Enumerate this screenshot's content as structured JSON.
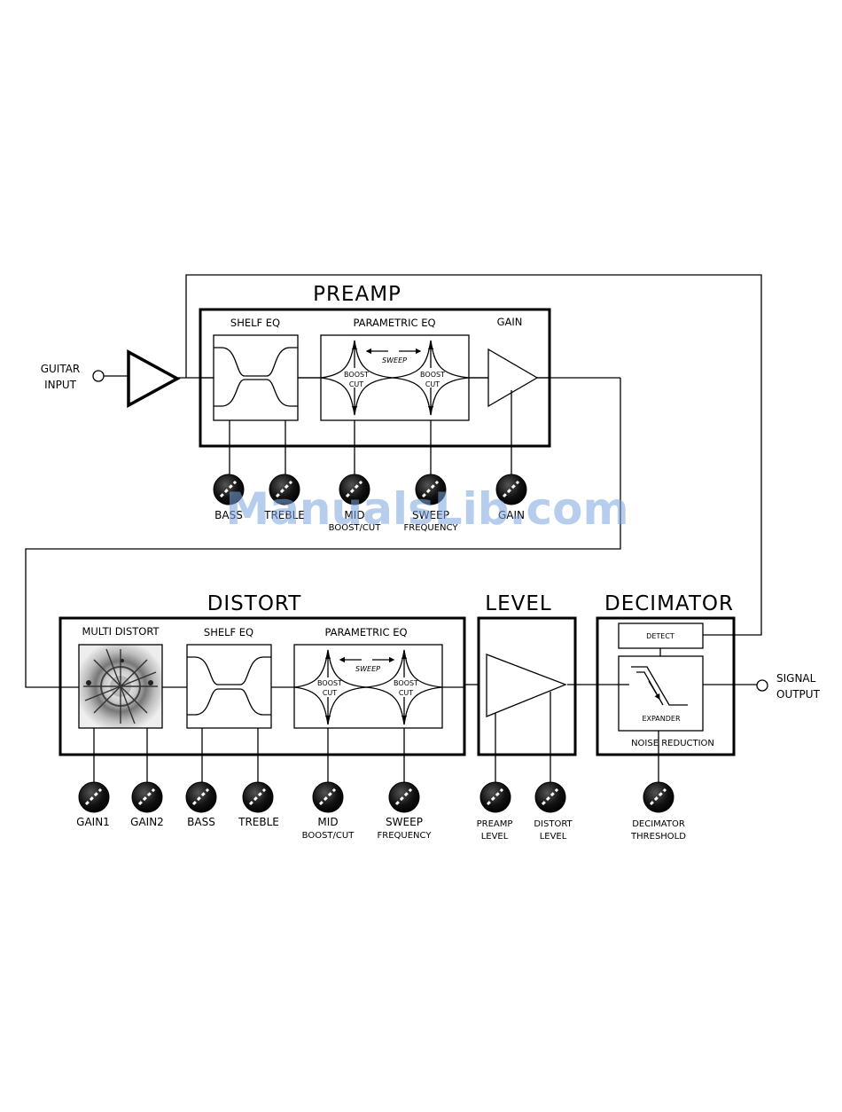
{
  "watermark": "ManualsLib.com",
  "input": {
    "line1": "GUITAR",
    "line2": "INPUT"
  },
  "output": {
    "line1": "SIGNAL",
    "line2": "OUTPUT"
  },
  "preamp": {
    "title": "PREAMP",
    "shelf_eq": "SHELF EQ",
    "parametric_eq": "PARAMETRIC EQ",
    "gain": "GAIN",
    "sweep": "SWEEP",
    "boost": "BOOST",
    "cut": "CUT",
    "knobs": [
      {
        "line1": "BASS",
        "line2": ""
      },
      {
        "line1": "TREBLE",
        "line2": ""
      },
      {
        "line1": "MID",
        "line2": "BOOST/CUT"
      },
      {
        "line1": "SWEEP",
        "line2": "FREQUENCY"
      },
      {
        "line1": "GAIN",
        "line2": ""
      }
    ]
  },
  "distort": {
    "title": "DISTORT",
    "multi_distort": "MULTI DISTORT",
    "shelf_eq": "SHELF EQ",
    "parametric_eq": "PARAMETRIC EQ",
    "sweep": "SWEEP",
    "boost": "BOOST",
    "cut": "CUT",
    "knobs": [
      {
        "line1": "GAIN1",
        "line2": ""
      },
      {
        "line1": "GAIN2",
        "line2": ""
      },
      {
        "line1": "BASS",
        "line2": ""
      },
      {
        "line1": "TREBLE",
        "line2": ""
      },
      {
        "line1": "MID",
        "line2": "BOOST/CUT"
      },
      {
        "line1": "SWEEP",
        "line2": "FREQUENCY"
      }
    ]
  },
  "level": {
    "title": "LEVEL",
    "knobs": [
      {
        "line1": "PREAMP",
        "line2": "LEVEL"
      },
      {
        "line1": "DISTORT",
        "line2": "LEVEL"
      }
    ]
  },
  "decimator": {
    "title": "DECIMATOR",
    "detect": "DETECT",
    "expander": "EXPANDER",
    "noise_reduction": "NOISE  REDUCTION",
    "knobs": [
      {
        "line1": "DECIMATOR",
        "line2": "THRESHOLD"
      }
    ]
  },
  "colors": {
    "ink": "#000000",
    "paper": "#ffffff",
    "watermark": "#7ea6e0"
  }
}
